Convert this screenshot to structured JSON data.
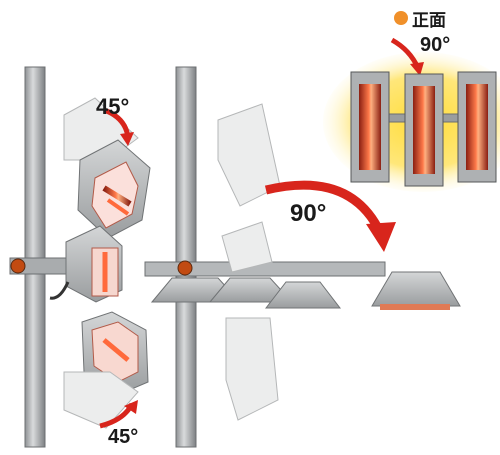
{
  "labels": {
    "top_left_angle": "45°",
    "bottom_left_angle": "45°",
    "middle_angle": "90°",
    "front_label": "正面",
    "front_angle": "90°"
  },
  "colors": {
    "arrow_red": "#d8251c",
    "heater_glow": "#ff5a2e",
    "front_dot": "#f0902a",
    "housing_gray": "#bfc2c3",
    "glow_yellow": "#ffd21a"
  }
}
